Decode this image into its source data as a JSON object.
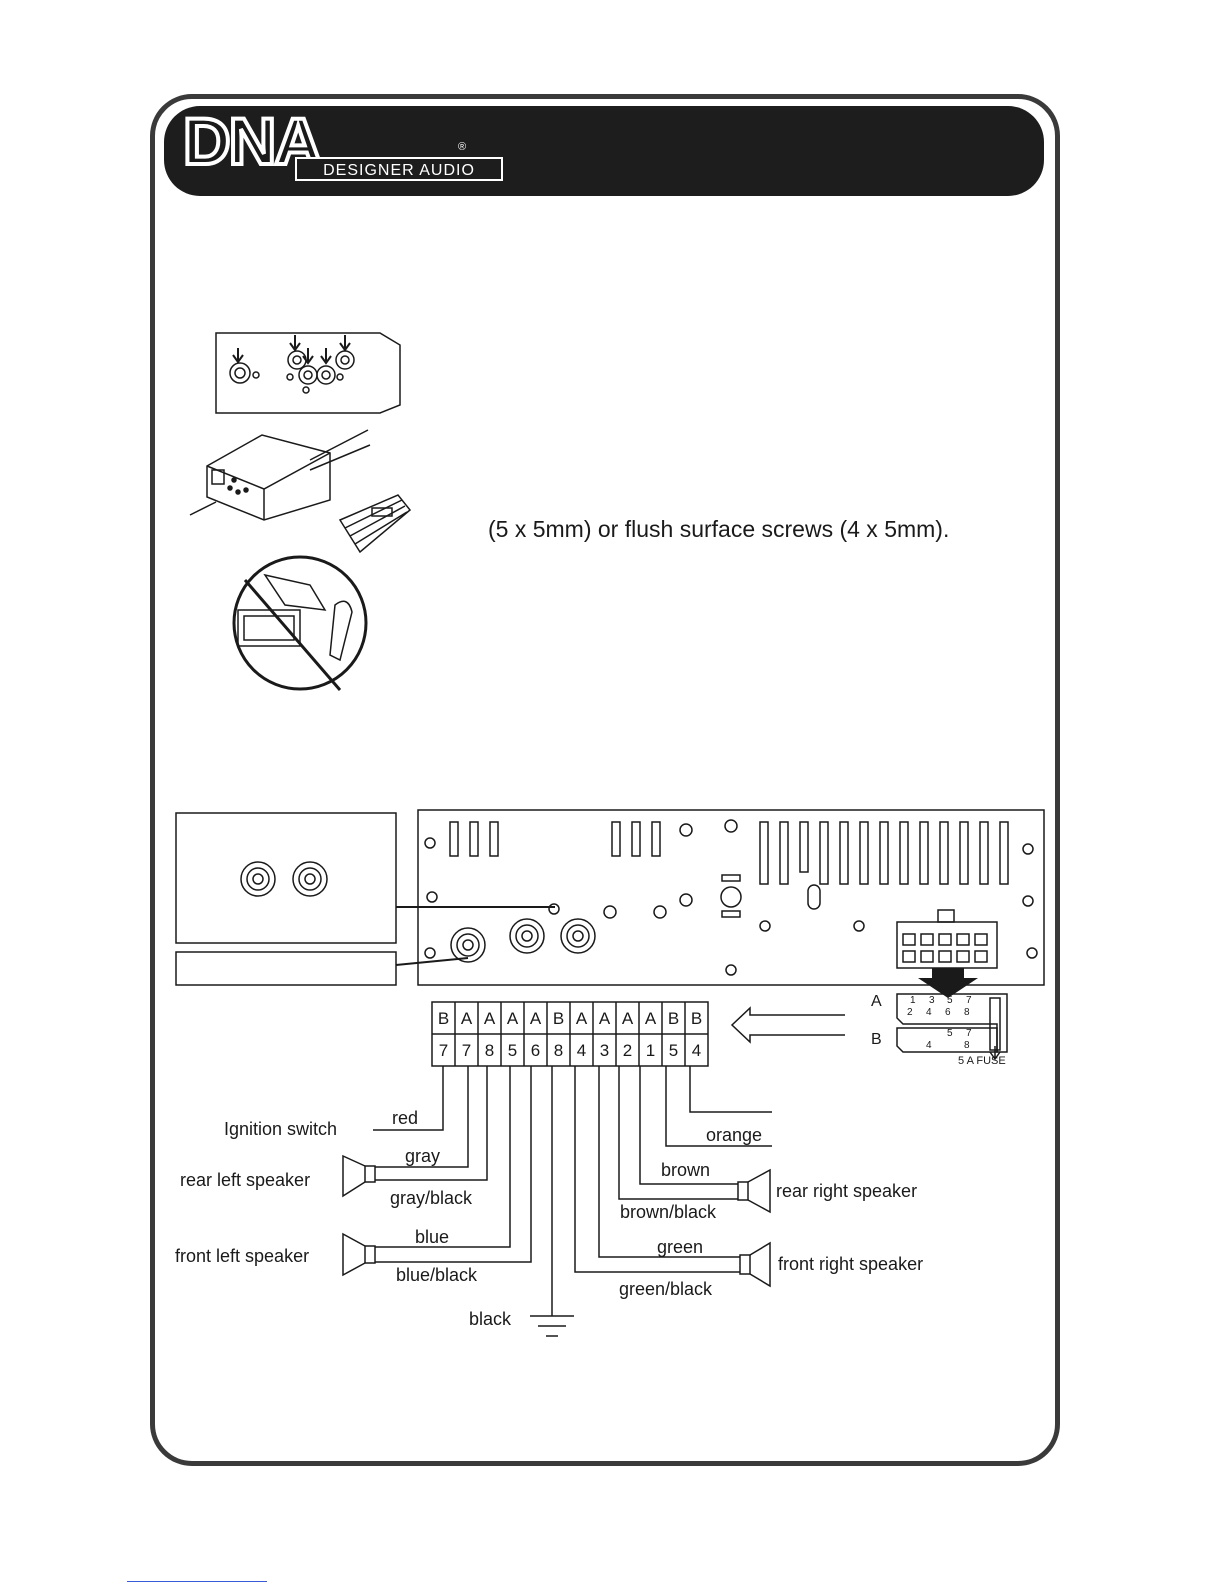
{
  "header": {
    "logo_mark": "DNA",
    "logo_sub": "DESIGNER AUDIO",
    "logo_reg": "®"
  },
  "install": {
    "screw_text": "(5 x 5mm) or flush surface screws (4 x 5mm)."
  },
  "connector": {
    "letters": [
      "B",
      "A",
      "A",
      "A",
      "A",
      "B",
      "A",
      "A",
      "A",
      "A",
      "B",
      "B"
    ],
    "pins": [
      "7",
      "7",
      "8",
      "5",
      "6",
      "8",
      "4",
      "3",
      "2",
      "1",
      "5",
      "4"
    ],
    "iso_a_label": "A",
    "iso_b_label": "B",
    "iso_a_pins": [
      "1",
      "3",
      "5",
      "7",
      "2",
      "4",
      "6",
      "8"
    ],
    "iso_b_pins": [
      "5",
      "7",
      "4",
      "8"
    ],
    "fuse_label": "5 A FUSE"
  },
  "wires": {
    "red": "red",
    "gray": "gray",
    "gray_black": "gray/black",
    "blue": "blue",
    "blue_black": "blue/black",
    "black": "black",
    "orange": "orange",
    "brown": "brown",
    "brown_black": "brown/black",
    "green": "green",
    "green_black": "green/black"
  },
  "labels": {
    "ignition_switch": "Ignition switch",
    "rear_left_speaker": "rear left speaker",
    "front_left_speaker": "front left speaker",
    "rear_right_speaker": "rear right speaker",
    "front_right_speaker": "front right speaker"
  },
  "colors": {
    "ink": "#1a1a1a",
    "frame": "#3a3a3a",
    "header": "#1d1d1d"
  }
}
